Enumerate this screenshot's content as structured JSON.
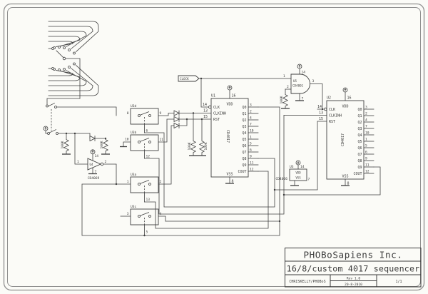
{
  "title_block": {
    "company": "PHOBoSapiens Inc.",
    "title": "16/8/custom 4017 sequencer",
    "author": "CHRISKELLY/PHOBoS",
    "rev": "Rev 1.0",
    "date": "20-8-2010",
    "page": "1/1"
  },
  "labels": {
    "clock": "CLOCK"
  },
  "r_value": "100K",
  "u1": {
    "ref": "U1",
    "part": "CD4017",
    "pin16": "16",
    "vdd": "VDD",
    "pin8": "8",
    "vss": "VSS",
    "pin14": "14",
    "clk": "CLK",
    "pin13": "13",
    "clkinh": "CLKINH",
    "pin15": "15",
    "rst": "RST",
    "pin12": "12",
    "cout": "COUT",
    "q": [
      {
        "name": "Q0",
        "pin": "3"
      },
      {
        "name": "Q1",
        "pin": "2"
      },
      {
        "name": "Q2",
        "pin": "4"
      },
      {
        "name": "Q3",
        "pin": "7"
      },
      {
        "name": "Q4",
        "pin": "10"
      },
      {
        "name": "Q5",
        "pin": "1"
      },
      {
        "name": "Q6",
        "pin": "5"
      },
      {
        "name": "Q7",
        "pin": "6"
      },
      {
        "name": "Q8",
        "pin": "9"
      },
      {
        "name": "Q9",
        "pin": "11"
      }
    ]
  },
  "u2": {
    "ref": "U2",
    "part": "CD4017",
    "pin16": "16",
    "vdd": "VDD",
    "pin8": "8",
    "vss": "VSS",
    "pin14": "14",
    "clk": "CLK",
    "pin13": "13",
    "clkinh": "CLKINH",
    "pin15": "15",
    "rst": "RST",
    "pin12": "12",
    "cout": "COUT",
    "q": [
      {
        "name": "Q0",
        "pin": "3"
      },
      {
        "name": "Q1",
        "pin": "2"
      },
      {
        "name": "Q2",
        "pin": "4"
      },
      {
        "name": "Q3",
        "pin": "7"
      },
      {
        "name": "Q4",
        "pin": "10"
      },
      {
        "name": "Q5",
        "pin": "1"
      },
      {
        "name": "Q6",
        "pin": "5"
      },
      {
        "name": "Q7",
        "pin": "6"
      },
      {
        "name": "Q8",
        "pin": "9"
      },
      {
        "name": "Q9",
        "pin": "11"
      }
    ]
  },
  "u5": {
    "ref": "U5",
    "part": "CD4001",
    "pin1": "1",
    "pin2": "2",
    "pin3": "3",
    "pin14": "14",
    "pin7": "7"
  },
  "u4": {
    "ref": "U4",
    "part": "CD4069",
    "pin1": "1",
    "pin2": "2",
    "pin14": "14",
    "pin7": "7"
  },
  "u3": {
    "ref": "U3",
    "part": "CD4066",
    "pin14": "14",
    "pin7": "7",
    "vdd": "VDD",
    "vss": "VSS"
  },
  "sw": [
    {
      "ref": "U3d",
      "in": "8",
      "out": "9",
      "ctl": "6"
    },
    {
      "ref": "U3b",
      "in": "10",
      "out": "11",
      "ctl": "12"
    },
    {
      "ref": "U3a",
      "in": "1",
      "out": "2",
      "ctl": "13"
    },
    {
      "ref": "U3c",
      "in": "3",
      "out": "4",
      "ctl": "5"
    }
  ]
}
